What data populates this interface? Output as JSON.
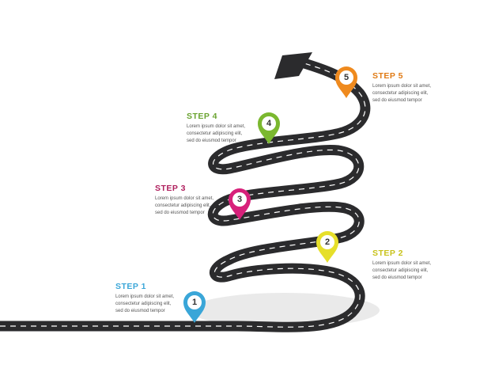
{
  "steps": [
    {
      "title": "STEP 1",
      "text": "Lorem ipsum dolor sit amet,\nconsectetur adipiscing elit,\nsed do eiusmod tempor",
      "number": "1",
      "color": "#3aa6d8"
    },
    {
      "title": "STEP 2",
      "text": "Lorem ipsum dolor sit amet,\nconsectetur adipiscing elit,\nsed do eiusmod tempor",
      "number": "2",
      "color": "#e6df2a"
    },
    {
      "title": "STEP 3",
      "text": "Lorem ipsum dolor sit amet,\nconsectetur adipiscing elit,\nsed do eiusmod tempor",
      "number": "3",
      "color": "#d7207a"
    },
    {
      "title": "STEP 4",
      "text": "Lorem ipsum dolor sit amet,\nconsectetur adipiscing elit,\nsed do eiusmod tempor",
      "number": "4",
      "color": "#7bb82f"
    },
    {
      "title": "STEP 5",
      "text": "Lorem ipsum dolor sit amet,\nconsectetur adipiscing elit,\nsed do eiusmod tempor",
      "number": "5",
      "color": "#ef8a1e"
    }
  ],
  "colors": {
    "road": "#2b2b2d",
    "dash": "#ffffff",
    "title_step1": "#3aa6d8",
    "title_step2": "#c8c21a",
    "title_step3": "#b0205e",
    "title_step4": "#6aa330",
    "title_step5": "#e07a14"
  },
  "icons": [
    "location-pin-icon",
    "arrow-head-icon"
  ]
}
